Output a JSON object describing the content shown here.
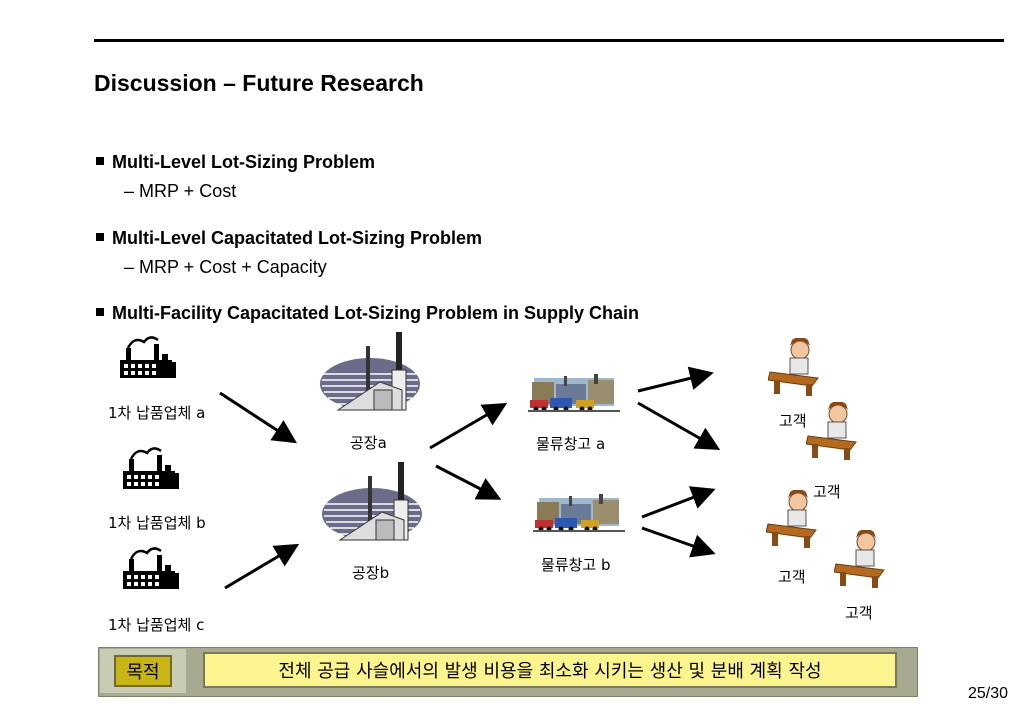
{
  "slide": {
    "title": "Discussion – Future Research",
    "bullets": [
      {
        "text": "Multi-Level Lot-Sizing Problem",
        "sub": "– MRP + Cost"
      },
      {
        "text": "Multi-Level Capacitated Lot-Sizing Problem",
        "sub": "– MRP + Cost + Capacity"
      },
      {
        "text": "Multi-Facility Capacitated Lot-Sizing Problem in Supply Chain",
        "sub": ""
      }
    ],
    "suppliers": [
      "1차 납품업체 a",
      "1차 납품업체 b",
      "1차 납품업체 c"
    ],
    "plants": [
      "공장a",
      "공장b"
    ],
    "warehouses": [
      "물류창고 a",
      "물류창고 b"
    ],
    "customers": [
      "고객",
      "고객",
      "고객",
      "고객"
    ],
    "footer": {
      "goal_label": "목적",
      "goal_text": "전체 공급 사슬에서의 발생 비용을 최소화 시키는 생산 및 분배 계획 작성"
    },
    "page_number": "25/30",
    "icons": [
      "factory-icon",
      "power-plant-icon",
      "warehouse-icon",
      "customer-desk-icon"
    ]
  }
}
